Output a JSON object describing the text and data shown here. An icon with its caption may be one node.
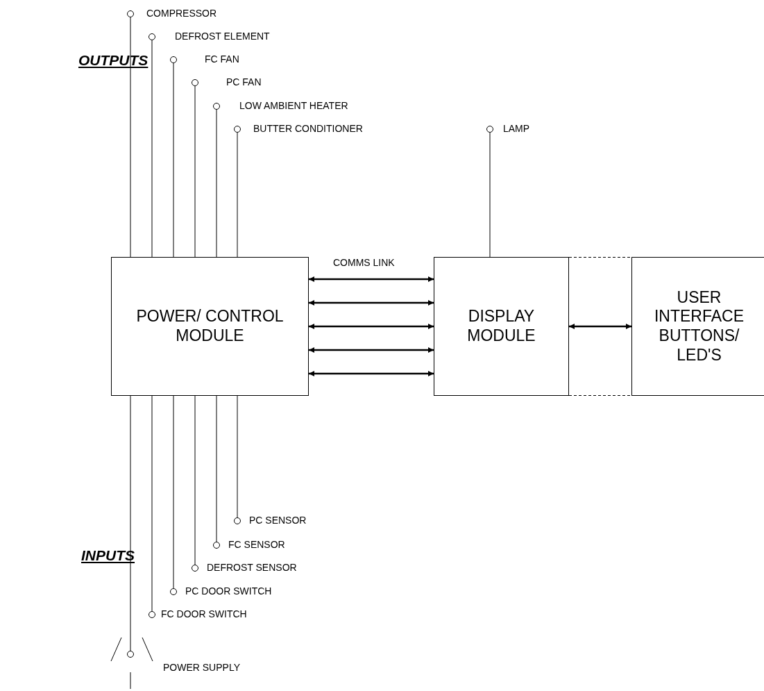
{
  "diagram": {
    "nodes": [
      {
        "text": [],
        "shape": "circle",
        "beside": [
          "COMPRESSOR"
        ]
      },
      {
        "text": [],
        "shape": "circle",
        "beside": [
          "DEFROST ELEMENT"
        ]
      },
      {
        "text": [],
        "shape": "circle",
        "beside": [
          "FC FAN"
        ]
      },
      {
        "text": [],
        "shape": "circle",
        "beside": [
          "PC FAN"
        ]
      },
      {
        "text": [],
        "shape": "circle",
        "beside": [
          "LOW AMBIENT HEATER"
        ]
      },
      {
        "text": [],
        "shape": "circle",
        "beside": [
          "BUTTER CONDITIONER"
        ]
      },
      {
        "text": [],
        "shape": "circle",
        "beside": [
          "LAMP"
        ]
      },
      {
        "text": [
          "POWER/ CONTROL MODULE"
        ]
      },
      {
        "text": [
          "DISPLAY MODULE"
        ]
      },
      {
        "text": [
          "USER INTERFACE BUTTONS/ LED'S"
        ]
      },
      {
        "text": [],
        "shape": "circle",
        "beside": [
          "PC SENSOR"
        ]
      },
      {
        "text": [],
        "shape": "circle",
        "beside": [
          "FC SENSOR"
        ]
      },
      {
        "text": [],
        "shape": "circle",
        "beside": [
          "DEFROST SENSOR"
        ]
      },
      {
        "text": [],
        "shape": "circle",
        "beside": [
          "PC DOOR SWITCH"
        ]
      },
      {
        "text": [],
        "shape": "circle",
        "beside": [
          "FC DOOR SWITCH"
        ]
      },
      {
        "text": [],
        "shape": "circle",
        "beside": [
          "POWER SUPPLY"
        ]
      }
    ],
    "edges": [
      {
        "from": 7,
        "to": 0,
        "arrow": "none"
      },
      {
        "from": 7,
        "to": 1,
        "arrow": "none"
      },
      {
        "from": 7,
        "to": 2,
        "arrow": "none"
      },
      {
        "from": 7,
        "to": 3,
        "arrow": "none"
      },
      {
        "from": 7,
        "to": 4,
        "arrow": "none"
      },
      {
        "from": 7,
        "to": 5,
        "arrow": "none"
      },
      {
        "from": 8,
        "to": 6,
        "arrow": "none"
      },
      {
        "from": 7,
        "to": 8,
        "arrow": "both",
        "label": "COMMS LINK"
      },
      {
        "from": 7,
        "to": 8,
        "arrow": "both"
      },
      {
        "from": 7,
        "to": 8,
        "arrow": "both"
      },
      {
        "from": 7,
        "to": 8,
        "arrow": "both"
      },
      {
        "from": 7,
        "to": 8,
        "arrow": "both"
      },
      {
        "from": 8,
        "to": 9,
        "arrow": "both"
      },
      {
        "from": 7,
        "to": 10,
        "arrow": "none"
      },
      {
        "from": 7,
        "to": 11,
        "arrow": "none"
      },
      {
        "from": 7,
        "to": 12,
        "arrow": "none"
      },
      {
        "from": 7,
        "to": 13,
        "arrow": "none"
      },
      {
        "from": 7,
        "to": 14,
        "arrow": "none"
      },
      {
        "from": 7,
        "to": 15,
        "arrow": "none"
      }
    ],
    "labels": [
      "OUTPUTS",
      "INPUTS"
    ]
  }
}
